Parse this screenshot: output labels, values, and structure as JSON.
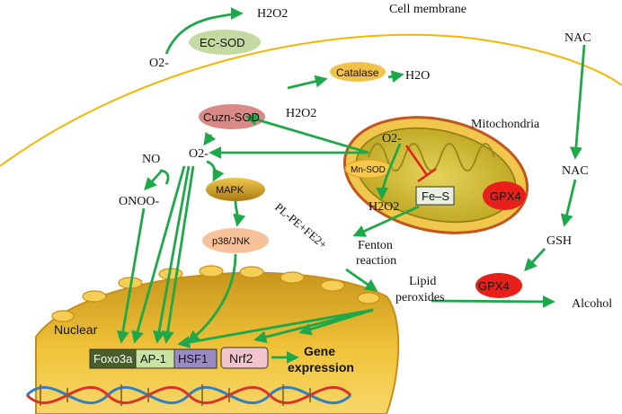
{
  "labels": {
    "cell_membrane": "Cell membrane",
    "h2o2_top": "H2O2",
    "ec_sod": "EC-SOD",
    "o2_minus_top": "O2-",
    "catalase": "Catalase",
    "h2o": "H2O",
    "cuzn_sod": "Cuzn-SOD",
    "h2o2_mid": "H2O2",
    "mitochondria": "Mitochondria",
    "o2_minus_mito": "O2-",
    "mn_sod": "Mn-SOD",
    "fe_s": "Fe–S",
    "gpx4_mito": "GPX4",
    "h2o2_mito": "H2O2",
    "nac_top": "NAC",
    "nac_mid": "NAC",
    "gsh": "GSH",
    "gpx4_right": "GPX4",
    "alcohol": "Alcohol",
    "no": "NO",
    "o2_minus_center": "O2-",
    "onoo": "ONOO-",
    "mapk": "MAPK",
    "p38_jnk": "p38/JNK",
    "pl_pe": "PL-PE+FE2+",
    "fenton_1": "Fenton",
    "fenton_2": "reaction",
    "lipid_1": "Lipid",
    "lipid_2": "peroxides",
    "nuclear": "Nuclear",
    "foxo3a": "Foxo3a",
    "ap1": "AP-1",
    "hsf1": "HSF1",
    "nrf2": "Nrf2",
    "gene_1": "Gene",
    "gene_2": "expression"
  },
  "colors": {
    "arrow": "#1fa84a",
    "membrane": "#f2b705",
    "inhibit": "#e0201b"
  }
}
